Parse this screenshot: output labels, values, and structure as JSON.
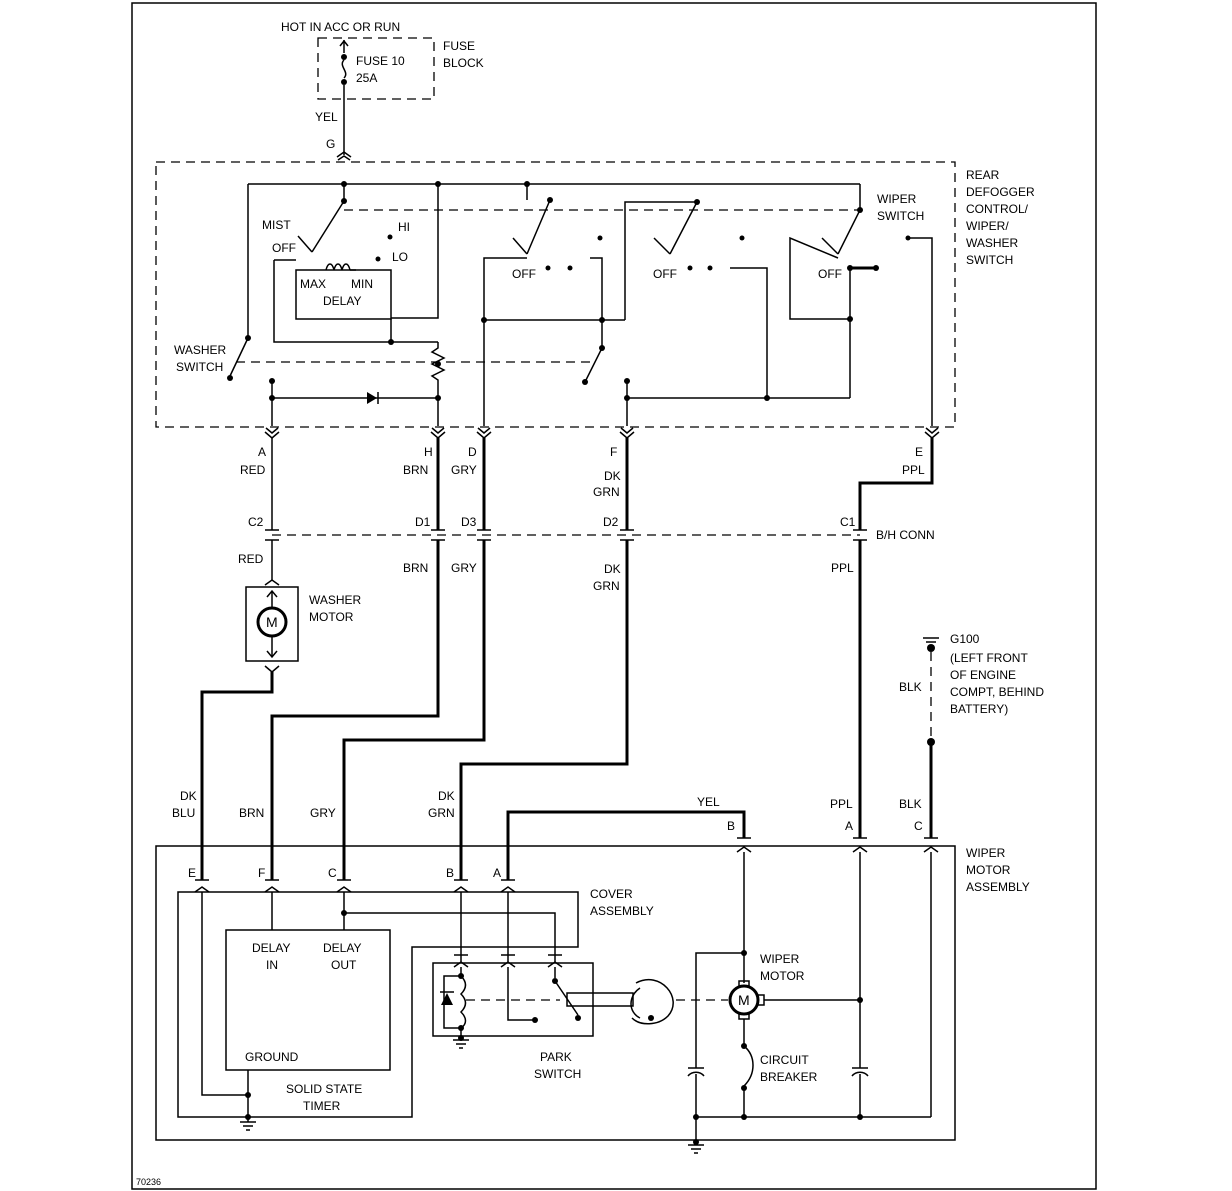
{
  "figure_id": "70236",
  "colors": {
    "ink": "#000000",
    "paper": "#ffffff"
  },
  "power": {
    "source": "HOT IN ACC OR RUN",
    "fuse_name": "FUSE 10",
    "fuse_rating": "25A",
    "fuse_block": [
      "FUSE",
      "BLOCK"
    ],
    "wire": "YEL",
    "pin": "G"
  },
  "control": {
    "title": [
      "REAR",
      "DEFOGGER",
      "CONTROL/",
      "WIPER/",
      "WASHER",
      "SWITCH"
    ],
    "wiper_switch": [
      "WIPER",
      "SWITCH"
    ],
    "washer_switch": [
      "WASHER",
      "SWITCH"
    ],
    "mist": "MIST",
    "off": "OFF",
    "hi": "HI",
    "lo": "LO",
    "max": "MAX",
    "min": "MIN",
    "delay": "DELAY"
  },
  "pins": [
    {
      "pin": "A",
      "wire": [
        "RED"
      ]
    },
    {
      "pin": "H",
      "wire": [
        "BRN"
      ]
    },
    {
      "pin": "D",
      "wire": [
        "GRY"
      ]
    },
    {
      "pin": "F",
      "wire": [
        "DK",
        "GRN"
      ]
    },
    {
      "pin": "E",
      "wire": [
        "PPL"
      ]
    }
  ],
  "bh_conn": {
    "label": "B/H CONN",
    "pins": [
      "C2",
      "D1",
      "D3",
      "D2",
      "C1"
    ]
  },
  "lower_wires": {
    "red": "RED",
    "brn": "BRN",
    "gry": "GRY",
    "dkgrn": [
      "DK",
      "GRN"
    ],
    "ppl": "PPL"
  },
  "washer_motor": {
    "label": [
      "WASHER",
      "MOTOR"
    ],
    "symbol": "M"
  },
  "ground": {
    "name": "G100",
    "location": [
      "(LEFT FRONT",
      "OF ENGINE",
      "COMPT, BEHIND",
      "BATTERY)"
    ],
    "wire": "BLK"
  },
  "wiper_connector": {
    "wires": [
      {
        "wire": [
          "DK",
          "BLU"
        ],
        "pin": "E"
      },
      {
        "wire": [
          "BRN"
        ],
        "pin": "F"
      },
      {
        "wire": [
          "GRY"
        ],
        "pin": "C"
      },
      {
        "wire": [
          "DK",
          "GRN"
        ],
        "pin": "B"
      },
      {
        "wire": [
          "YEL"
        ],
        "pin": "A"
      }
    ],
    "right": [
      {
        "wire": "YEL",
        "pin": "B"
      },
      {
        "wire": "PPL",
        "pin": "A"
      },
      {
        "wire": "BLK",
        "pin": "C"
      }
    ]
  },
  "wiper_assembly": {
    "title": [
      "WIPER",
      "MOTOR",
      "ASSEMBLY"
    ],
    "cover": [
      "COVER",
      "ASSEMBLY"
    ],
    "timer": {
      "delay_in": [
        "DELAY",
        "IN"
      ],
      "delay_out": [
        "DELAY",
        "OUT"
      ],
      "ground": "GROUND",
      "name": [
        "SOLID STATE",
        "TIMER"
      ]
    },
    "park_switch": [
      "PARK",
      "SWITCH"
    ],
    "wiper_motor": [
      "WIPER",
      "MOTOR"
    ],
    "circuit_breaker": [
      "CIRCUIT",
      "BREAKER"
    ],
    "motor_symbol": "M"
  }
}
